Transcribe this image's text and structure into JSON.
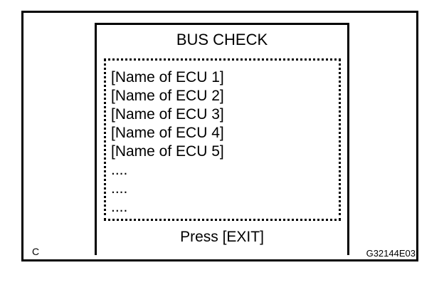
{
  "screen": {
    "title": "BUS CHECK",
    "items": [
      "[Name of ECU 1]",
      "[Name of ECU 2]",
      "[Name of ECU 3]",
      "[Name of ECU 4]",
      "[Name of ECU 5]",
      "....",
      "....",
      "...."
    ],
    "footer": "Press [EXIT]"
  },
  "corner_label": "C",
  "figure_code": "G32144E03"
}
